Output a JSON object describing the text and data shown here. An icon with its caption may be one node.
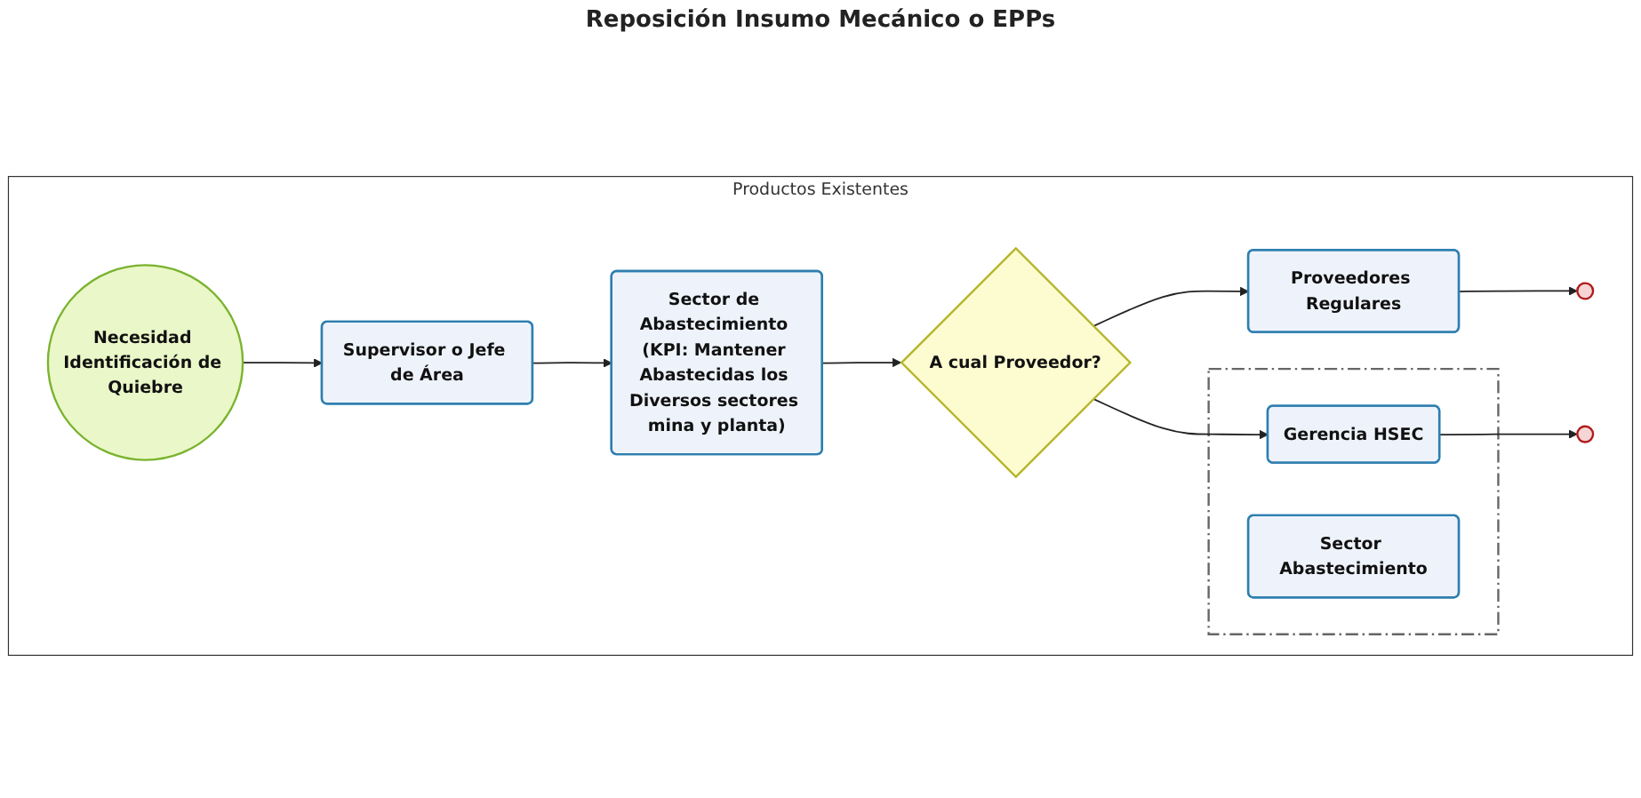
{
  "diagram": {
    "nodes": [
      {
        "text": [
          "Productos Existentes"
        ]
      },
      {
        "text": [
          "Necesidad Identificación de Quiebre"
        ],
        "in": 0
      },
      {
        "text": [
          "Supervisor o Jefe de Área"
        ],
        "in": 0
      },
      {
        "text": [
          "Sector de Abastecimiento (KPI: Mantener Abastecidas los Diversos sectores mina y planta)"
        ],
        "in": 0
      },
      {
        "text": [
          "A cual Proveedor?"
        ],
        "in": 0
      },
      {
        "text": [
          "Proveedores Regulares"
        ],
        "in": 0
      },
      {
        "text": [],
        "shape": "circle",
        "in": 0
      },
      {
        "text": [],
        "shape": "box",
        "in": 0
      },
      {
        "text": [
          "Gerencia HSEC"
        ],
        "in": 7
      },
      {
        "text": [
          "Sector Abastecimiento"
        ],
        "in": 7
      },
      {
        "text": [],
        "shape": "circle",
        "in": 0
      }
    ],
    "edges": [
      {
        "from": 1,
        "to": 2,
        "arrow": "to"
      },
      {
        "from": 2,
        "to": 3,
        "arrow": "to"
      },
      {
        "from": 3,
        "to": 4,
        "arrow": "to"
      },
      {
        "from": 4,
        "to": 5,
        "arrow": "to"
      },
      {
        "from": 4,
        "to": 8,
        "arrow": "to"
      },
      {
        "from": 5,
        "to": 6,
        "arrow": "to"
      },
      {
        "from": 8,
        "to": 10,
        "arrow": "to"
      }
    ],
    "labels": [
      "Reposición Insumo Mecánico o EPPs"
    ]
  }
}
